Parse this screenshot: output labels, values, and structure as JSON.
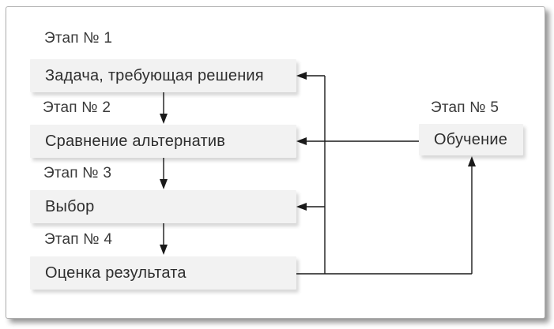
{
  "diagram": {
    "title_hint": "Decision-making process stages flowchart (Russian)",
    "stages": [
      {
        "label": "Этап № 1",
        "box": "Задача, требующая решения"
      },
      {
        "label": "Этап № 2",
        "box": "Сравнение альтернатив"
      },
      {
        "label": "Этап № 3",
        "box": "Выбор"
      },
      {
        "label": "Этап № 4",
        "box": "Оценка результата"
      },
      {
        "label": "Этап № 5",
        "box": "Обучение"
      }
    ],
    "connections": [
      "Задача, требующая решения → Сравнение альтернатив",
      "Сравнение альтернатив → Выбор",
      "Выбор → Оценка результата",
      "Оценка результата → Обучение",
      "Обучение → Сравнение альтернатив",
      "Оценка результата → Задача, требующая решения",
      "Оценка результата → Выбор"
    ],
    "colors": {
      "box_background": "#f2f2f2",
      "box_text": "#2e2e2e",
      "label_text": "#3a3a3a",
      "line": "#1a1a1a",
      "card_background": "#ffffff",
      "card_border": "#aeaeae"
    }
  }
}
